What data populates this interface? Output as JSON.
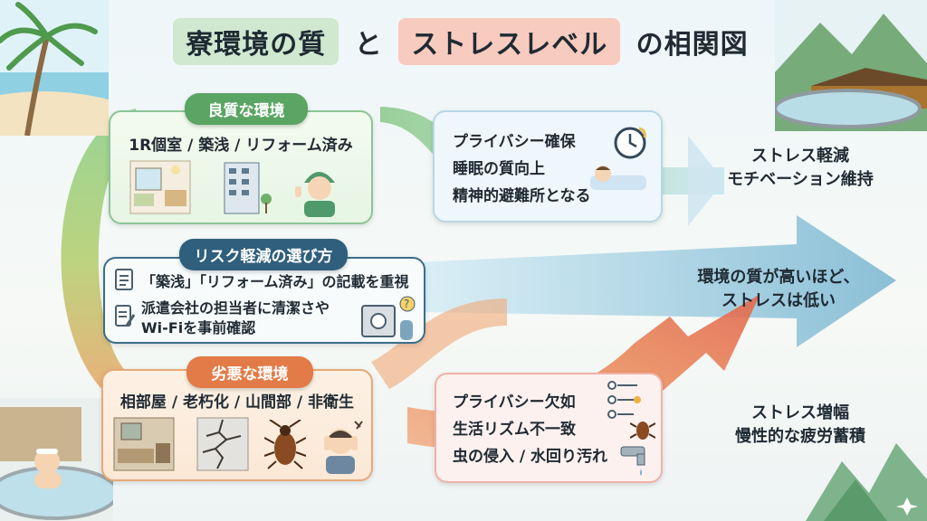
{
  "title": {
    "part1": "寮環境の質",
    "part2": "と",
    "part3": "ストレスレベル",
    "part4": "の相関図"
  },
  "good": {
    "label": "良質な環境",
    "heading": "1R個室 / 築浅 / リフォーム済み",
    "icons": [
      "room-icon",
      "apartment-building-icon",
      "worker-thumbs-up-icon"
    ]
  },
  "good_effects": {
    "lines": [
      "プライバシー確保",
      "睡眠の質向上",
      "精神的避難所となる"
    ],
    "icons": [
      "clock-icon",
      "sleeping-person-icon"
    ]
  },
  "good_result": {
    "line1": "ストレス軽減",
    "line2": "モチベーション維持"
  },
  "risk": {
    "label": "リスク軽減の選び方",
    "item1": "「築浅」「リフォーム済み」の記載を重視",
    "item2_line1": "派遣会社の担当者に清潔さや",
    "item2_line2": "Wi-Fiを事前確認",
    "icons": [
      "checklist-icon",
      "checklist-pen-icon",
      "safe-question-icon"
    ]
  },
  "conclusion": {
    "line1": "環境の質が高いほど、",
    "line2": "ストレスは低い"
  },
  "bad": {
    "label": "劣悪な環境",
    "heading": "相部屋 / 老朽化 / 山間部 / 非衛生",
    "icons": [
      "shared-room-icon",
      "cracked-wall-icon",
      "cockroach-icon",
      "stressed-person-icon"
    ]
  },
  "bad_effects": {
    "lines": [
      "プライバシー欠如",
      "生活リズム不一致",
      "虫の侵入 / 水回り汚れ"
    ],
    "icons": [
      "schedule-icon",
      "bug-icon",
      "faucet-icon"
    ]
  },
  "bad_result": {
    "line1": "ストレス増幅",
    "line2": "慢性的な疲労蓄積"
  },
  "colors": {
    "good": "#5aa563",
    "risk": "#2f5f7d",
    "bad": "#e27b47",
    "arrow_blue": "#8fc6dd",
    "arrow_red": "#e9775a"
  }
}
